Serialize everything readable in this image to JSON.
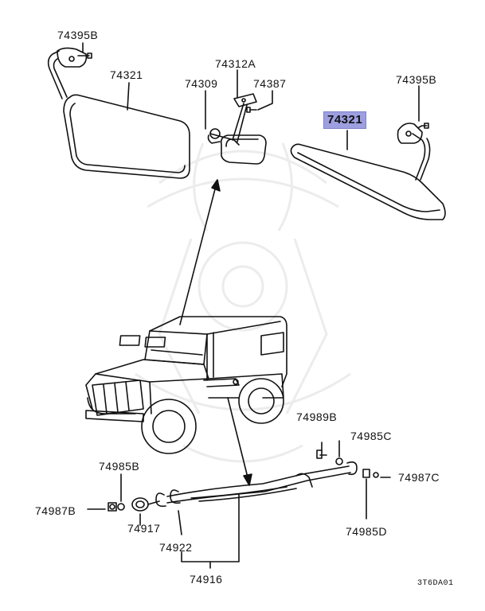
{
  "labels": {
    "p74395B_left": "74395B",
    "p74321_left": "74321",
    "p74312A": "74312A",
    "p74309": "74309",
    "p74387": "74387",
    "p74395B_right": "74395B",
    "p74321_right": "74321",
    "p74989B": "74989B",
    "p74985C": "74985C",
    "p74987C": "74987C",
    "p74985D": "74985D",
    "p74985B": "74985B",
    "p74987B": "74987B",
    "p74917": "74917",
    "p74922": "74922",
    "p74916": "74916"
  },
  "highlight_color": "#9d9fe0",
  "diagram_code": "3T6DA01"
}
